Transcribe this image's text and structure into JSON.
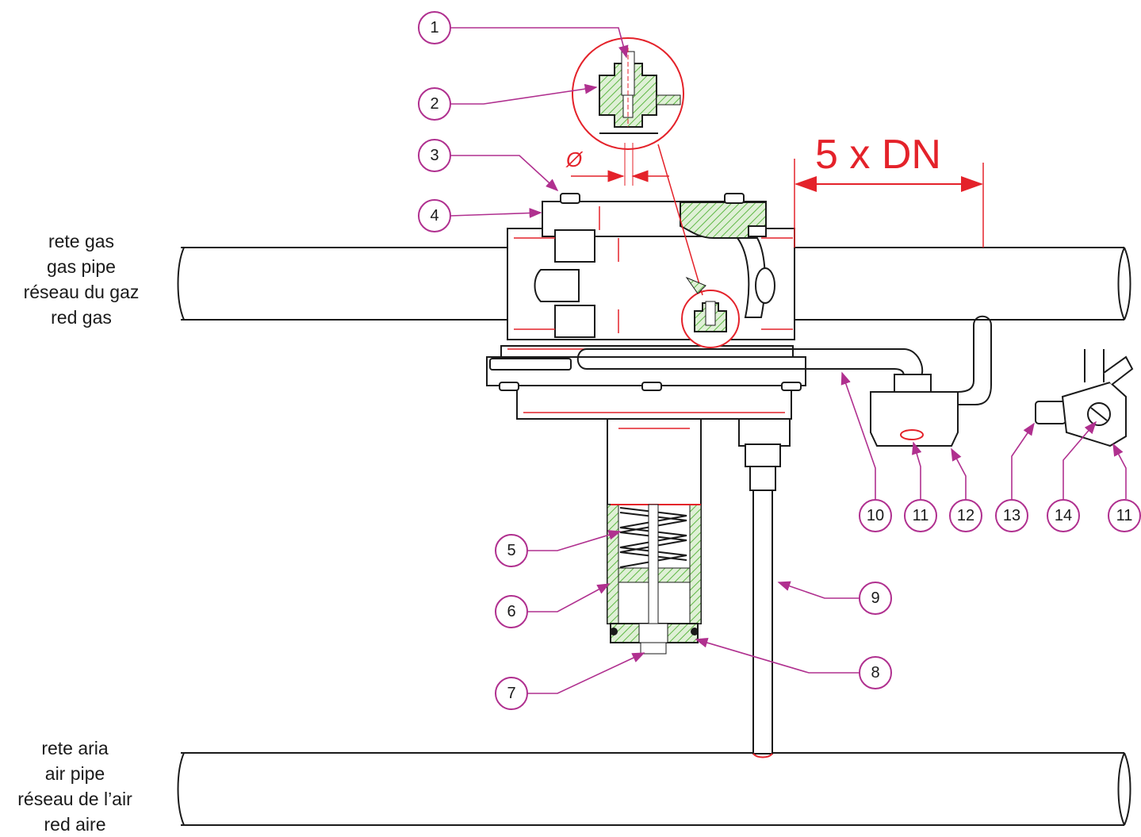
{
  "gas_pipe_labels": [
    "rete gas",
    "gas pipe",
    "réseau du gaz",
    "red gas"
  ],
  "air_pipe_labels": [
    "rete aria",
    "air pipe",
    "réseau de l’air",
    "red aire"
  ],
  "dimension_label": "5 x DN",
  "diameter_symbol": "Ø",
  "callouts": [
    "1",
    "2",
    "3",
    "4",
    "5",
    "6",
    "7",
    "8",
    "9",
    "10",
    "11",
    "12",
    "13",
    "14",
    "11"
  ],
  "colors": {
    "leader": "#b0308f",
    "red": "#e4222a",
    "hatch": "#5fb845",
    "outline": "#1a1a1a"
  }
}
